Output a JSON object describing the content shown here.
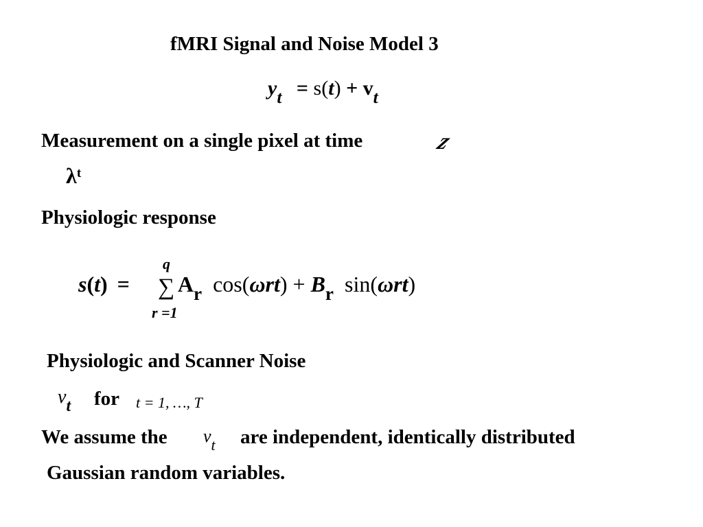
{
  "title": "fMRI Signal and Noise Model 3",
  "equation_1": {
    "lhs": "y",
    "lhs_sub": "t",
    "eq": "=",
    "s": "s",
    "open": "(",
    "t": "t",
    "close": ")",
    "plus": "+",
    "v": "v",
    "v_sub": "t"
  },
  "measurement": {
    "text": "Measurement on a single pixel at time",
    "glyph_after": "z",
    "glyph_below": "λᵗ"
  },
  "physiologic_response": {
    "heading": "Physiologic response"
  },
  "equation_2": {
    "lhs": "s",
    "lhs_open": "(",
    "lhs_t": "t",
    "lhs_close": ")",
    "eq": "=",
    "sum_upper": "q",
    "sum_symbol": "∑",
    "sum_lower": "r =1",
    "A": "A",
    "A_sub": "r",
    "cos": "cos(",
    "omega1": "ω",
    "rt1": "rt",
    "close1": " )",
    "plus": "+",
    "B": "B",
    "B_sub": "r",
    "sin": "sin(",
    "omega2": "ω",
    "rt2": "rt",
    "close2": " )"
  },
  "noise": {
    "heading": "Physiologic and Scanner Noise",
    "v": "v",
    "v_sub": "t",
    "for": "for",
    "range": "t = 1, …, T"
  },
  "assumption": {
    "part_a": "We assume the",
    "v": "v",
    "v_sub": "t",
    "part_b": "are independent, identically distributed",
    "line2": "Gaussian random variables."
  }
}
